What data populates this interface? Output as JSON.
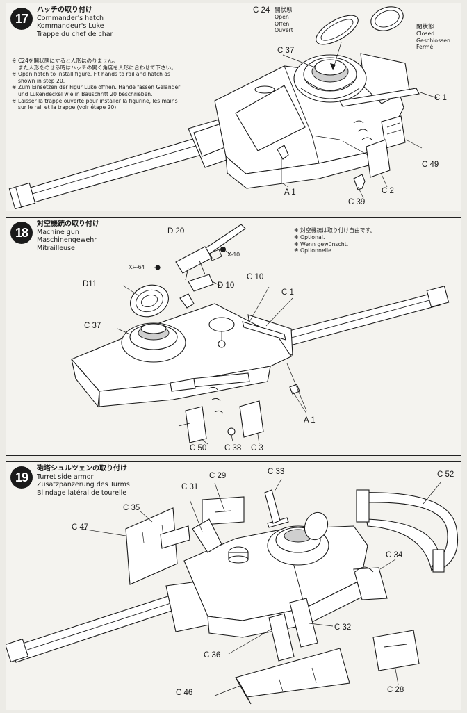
{
  "steps": [
    {
      "number": "17",
      "title_jp": "ハッチの取り付け",
      "title_en": "Commander's hatch",
      "title_de": "Kommandeur's Luke",
      "title_fr": "Trappe du chef de char",
      "notes": [
        {
          "mark": "※",
          "text": "C24を開状態にすると人形はのりません。"
        },
        {
          "mark": "",
          "text": "また人形をのせる時はハッチの開く角度を人形に合わせて下さい。"
        },
        {
          "mark": "※",
          "text": "Open hatch to install figure. Fit hands to rail and hatch as shown in step 20."
        },
        {
          "mark": "※",
          "text": "Zum Einsetzen der Figur Luke öffnen. Hände fassen Geländer und Lukendeckel wie in Bauschritt 20 beschrieben."
        },
        {
          "mark": "※",
          "text": "Laisser la trappe ouverte pour installer la figurine, les mains sur le rail et la trappe (voir étape 20)."
        }
      ],
      "open_state": {
        "jp": "開状態",
        "en": "Open",
        "de": "Offen",
        "fr": "Ouvert"
      },
      "closed_state": {
        "jp": "閉状態",
        "en": "Closed",
        "de": "Geschlossen",
        "fr": "Fermé"
      },
      "parts": [
        "C 24",
        "C 37",
        "C 1",
        "C 49",
        "C 2",
        "C 39",
        "A 1"
      ]
    },
    {
      "number": "18",
      "title_jp": "対空機銃の取り付け",
      "title_en": "Machine gun",
      "title_de": "Maschinengewehr",
      "title_fr": "Mitrailleuse",
      "optional": [
        {
          "mark": "※",
          "text": "対空機銃は取り付け自由です。"
        },
        {
          "mark": "※",
          "text": "Optional."
        },
        {
          "mark": "※",
          "text": "Wenn gewünscht."
        },
        {
          "mark": "※",
          "text": "Optionnelle."
        }
      ],
      "parts": [
        "D 20",
        "X-10",
        "XF-64",
        "D 10",
        "D11",
        "C 10",
        "C 1",
        "C 37",
        "A 1",
        "C 50",
        "C 38",
        "C 3"
      ]
    },
    {
      "number": "19",
      "title_jp": "砲塔シュルツェンの取り付け",
      "title_en": "Turret side armor",
      "title_de": "Zusatzpanzerung des Turms",
      "title_fr": "Blindage latéral de tourelle",
      "parts": [
        "C 29",
        "C 33",
        "C 52",
        "C 31",
        "C 35",
        "C 47",
        "C 34",
        "C 32",
        "C 36",
        "C 28",
        "C 46"
      ]
    }
  ]
}
